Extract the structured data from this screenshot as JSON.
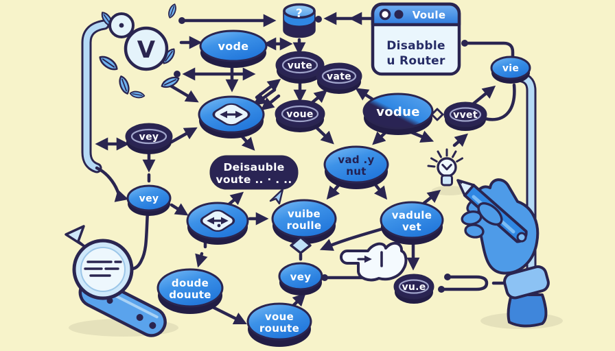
{
  "palette": {
    "background": "#F7F3CA",
    "navy": "#2A2550",
    "blue": "#2F87E3",
    "blue_light": "#7CBCF5",
    "pale_blue": "#EAF6FD"
  },
  "window": {
    "title": "Voule",
    "line1": "Disabble",
    "line2": "u Router"
  },
  "cylinder": {
    "label": "?"
  },
  "logo": {
    "letter": "V"
  },
  "nodes": {
    "vode": "vode",
    "vute": "vute",
    "vate": "vate",
    "voue": "voue",
    "vodue": "vodue",
    "vvet": "vvet",
    "vie": "vie",
    "vey_dark": "vey",
    "vey_blue": "vey",
    "vey_bottom": "vey",
    "vue": "vu.e",
    "disable_pill": {
      "line1": "Deisauble",
      "line2": "voute .. · . .."
    },
    "vady": {
      "line1": "vad .y",
      "line2": "nut"
    },
    "vuibe": {
      "line1": "vuibe",
      "line2": "roulle"
    },
    "vadule": {
      "line1": "vadule",
      "line2": "vet"
    },
    "doude": {
      "line1": "doude",
      "line2": "douute"
    },
    "voue_route": {
      "line1": "voue",
      "line2": "rouute"
    }
  },
  "icons": {
    "logo": "vue-v-logo",
    "leaf": "leaf-icon",
    "cylinder": "database-question-icon",
    "code_badge_top": "code-route-icon",
    "code_badge_mid": "code-route-icon",
    "bulb": "lightbulb-check-icon",
    "magnifier": "magnifying-glass-icon",
    "pointer": "pointing-hand-icon",
    "pen_hand": "hand-holding-pen-icon",
    "cursor": "cursor-arrow-icon",
    "diamond_small": "decision-diamond-icon",
    "diamond_light": "decision-diamond-icon"
  }
}
